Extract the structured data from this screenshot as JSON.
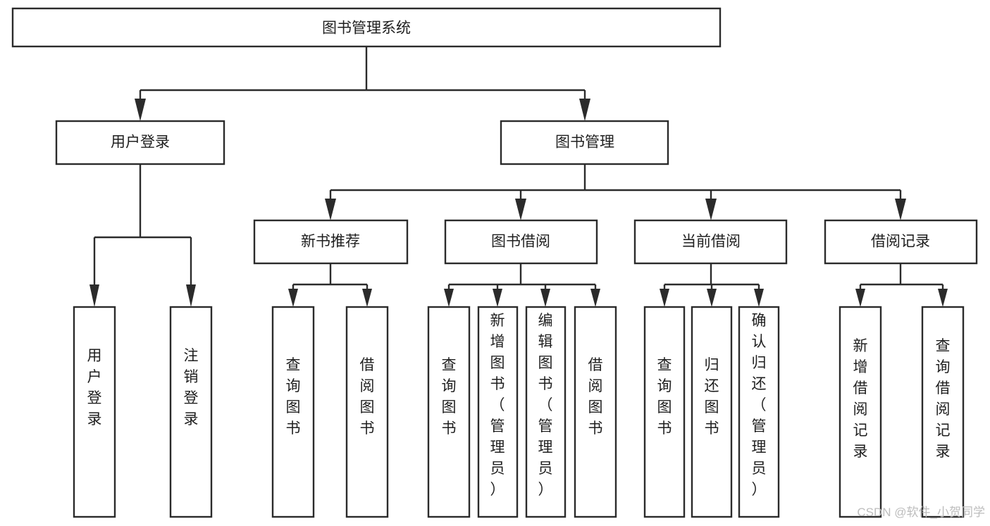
{
  "diagram": {
    "type": "hierarchy-tree",
    "title": "图书管理系统",
    "orientation": "top-down",
    "colors": {
      "box_stroke": "#2b2b2b",
      "box_fill": "#ffffff",
      "connector": "#2b2b2b",
      "text": "#1f1f1f",
      "watermark": "#bdbdbd",
      "background": "#ffffff"
    },
    "root": {
      "label": "图书管理系统"
    },
    "level2": [
      {
        "id": "user-login",
        "label": "用户登录"
      },
      {
        "id": "book-management",
        "label": "图书管理"
      }
    ],
    "level3": [
      {
        "id": "new-book-recommend",
        "label": "新书推荐",
        "parent": "book-management"
      },
      {
        "id": "book-borrow",
        "label": "图书借阅",
        "parent": "book-management"
      },
      {
        "id": "current-borrow",
        "label": "当前借阅",
        "parent": "book-management"
      },
      {
        "id": "borrow-record",
        "label": "借阅记录",
        "parent": "book-management"
      }
    ],
    "leaves": {
      "user-login": [
        {
          "id": "leaf-user-login",
          "label": "用户登录"
        },
        {
          "id": "leaf-logout-login",
          "label": "注销登录"
        }
      ],
      "new-book-recommend": [
        {
          "id": "leaf-query-book-1",
          "label": "查询图书"
        },
        {
          "id": "leaf-borrow-book-1",
          "label": "借阅图书"
        }
      ],
      "book-borrow": [
        {
          "id": "leaf-query-book-2",
          "label": "查询图书"
        },
        {
          "id": "leaf-add-book-admin",
          "label": "新增图书（管理员）"
        },
        {
          "id": "leaf-edit-book-admin",
          "label": "编辑图书（管理员）"
        },
        {
          "id": "leaf-borrow-book-2",
          "label": "借阅图书"
        }
      ],
      "current-borrow": [
        {
          "id": "leaf-query-book-3",
          "label": "查询图书"
        },
        {
          "id": "leaf-return-book",
          "label": "归还图书"
        },
        {
          "id": "leaf-confirm-return-admin",
          "label": "确认归还（管理员）"
        }
      ],
      "borrow-record": [
        {
          "id": "leaf-add-borrow-record",
          "label": "新增借阅记录"
        },
        {
          "id": "leaf-query-borrow-record",
          "label": "查询借阅记录"
        }
      ]
    }
  },
  "watermark": {
    "text": "CSDN @软件_小贺同学"
  }
}
